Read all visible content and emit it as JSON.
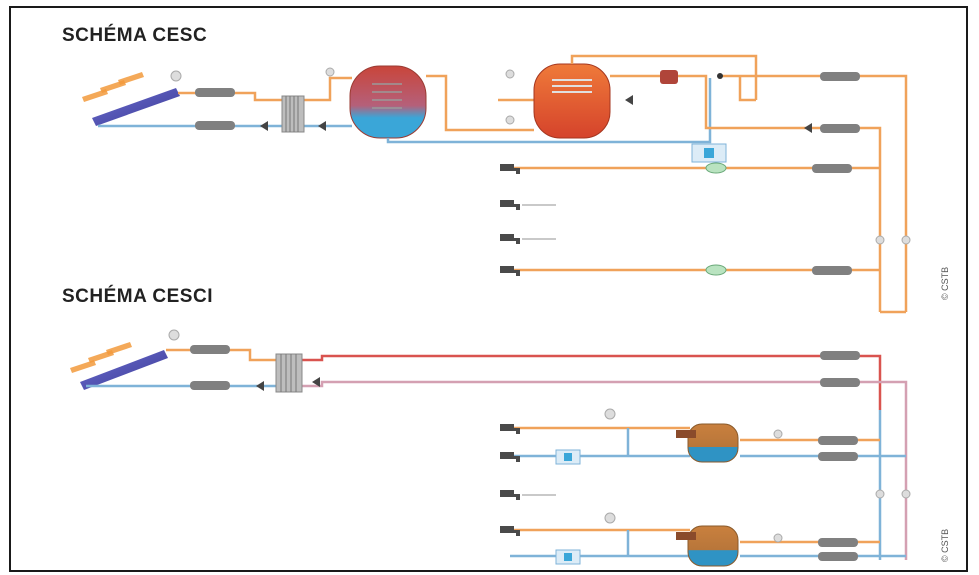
{
  "schemas": [
    {
      "title": "SCHÉMA CESC"
    },
    {
      "title": "SCHÉMA CESCI"
    }
  ],
  "credit": "© CSTB",
  "colors": {
    "hot_pipe": "#f0a25a",
    "cold_pipe": "#7fb3d8",
    "red_pipe": "#d9534f",
    "tank_red": "#d84a2e",
    "tank_orange": "#ec7434",
    "tank_blue": "#3aa6d8",
    "collector": "#4f4db0",
    "sun_rays": "#f29a3c",
    "component": "#808080",
    "frame": "#1a1a1a"
  },
  "icons": [
    "sun-rays-icon",
    "solar-collector-icon",
    "heat-exchanger-icon",
    "storage-tank-icon",
    "faucet-icon",
    "pump-icon",
    "valve-icon",
    "thermometer-icon"
  ]
}
